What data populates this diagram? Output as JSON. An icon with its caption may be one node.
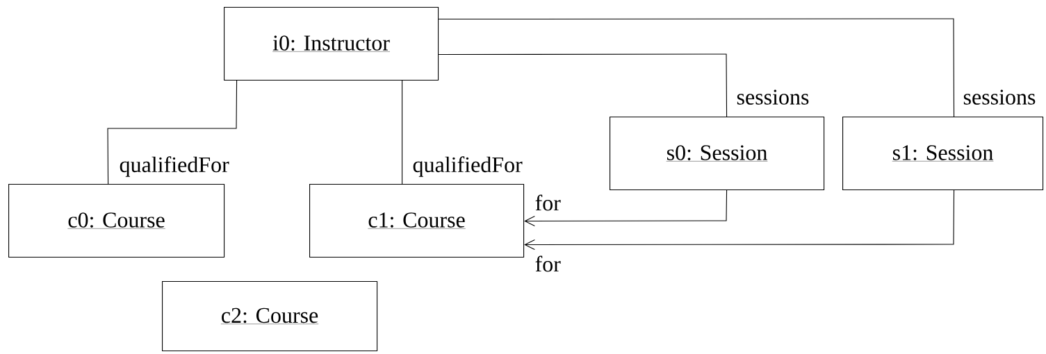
{
  "diagram": {
    "nodes": [
      {
        "text": [
          "i0: Instructor"
        ]
      },
      {
        "text": [
          "c0: Course"
        ]
      },
      {
        "text": [
          "c1: Course"
        ]
      },
      {
        "text": [
          "c2: Course"
        ]
      },
      {
        "text": [
          "s0: Session"
        ]
      },
      {
        "text": [
          "s1: Session"
        ]
      }
    ],
    "edges": [
      {
        "from": 0,
        "to": 1,
        "arrow": "none",
        "label": "qualifiedFor"
      },
      {
        "from": 0,
        "to": 2,
        "arrow": "none",
        "label": "qualifiedFor"
      },
      {
        "from": 0,
        "to": 4,
        "arrow": "none",
        "label": "sessions"
      },
      {
        "from": 0,
        "to": 5,
        "arrow": "none",
        "label": "sessions"
      },
      {
        "from": 4,
        "to": 2,
        "arrow": "to",
        "label": "for"
      },
      {
        "from": 5,
        "to": 2,
        "arrow": "to",
        "label": "for"
      }
    ]
  }
}
